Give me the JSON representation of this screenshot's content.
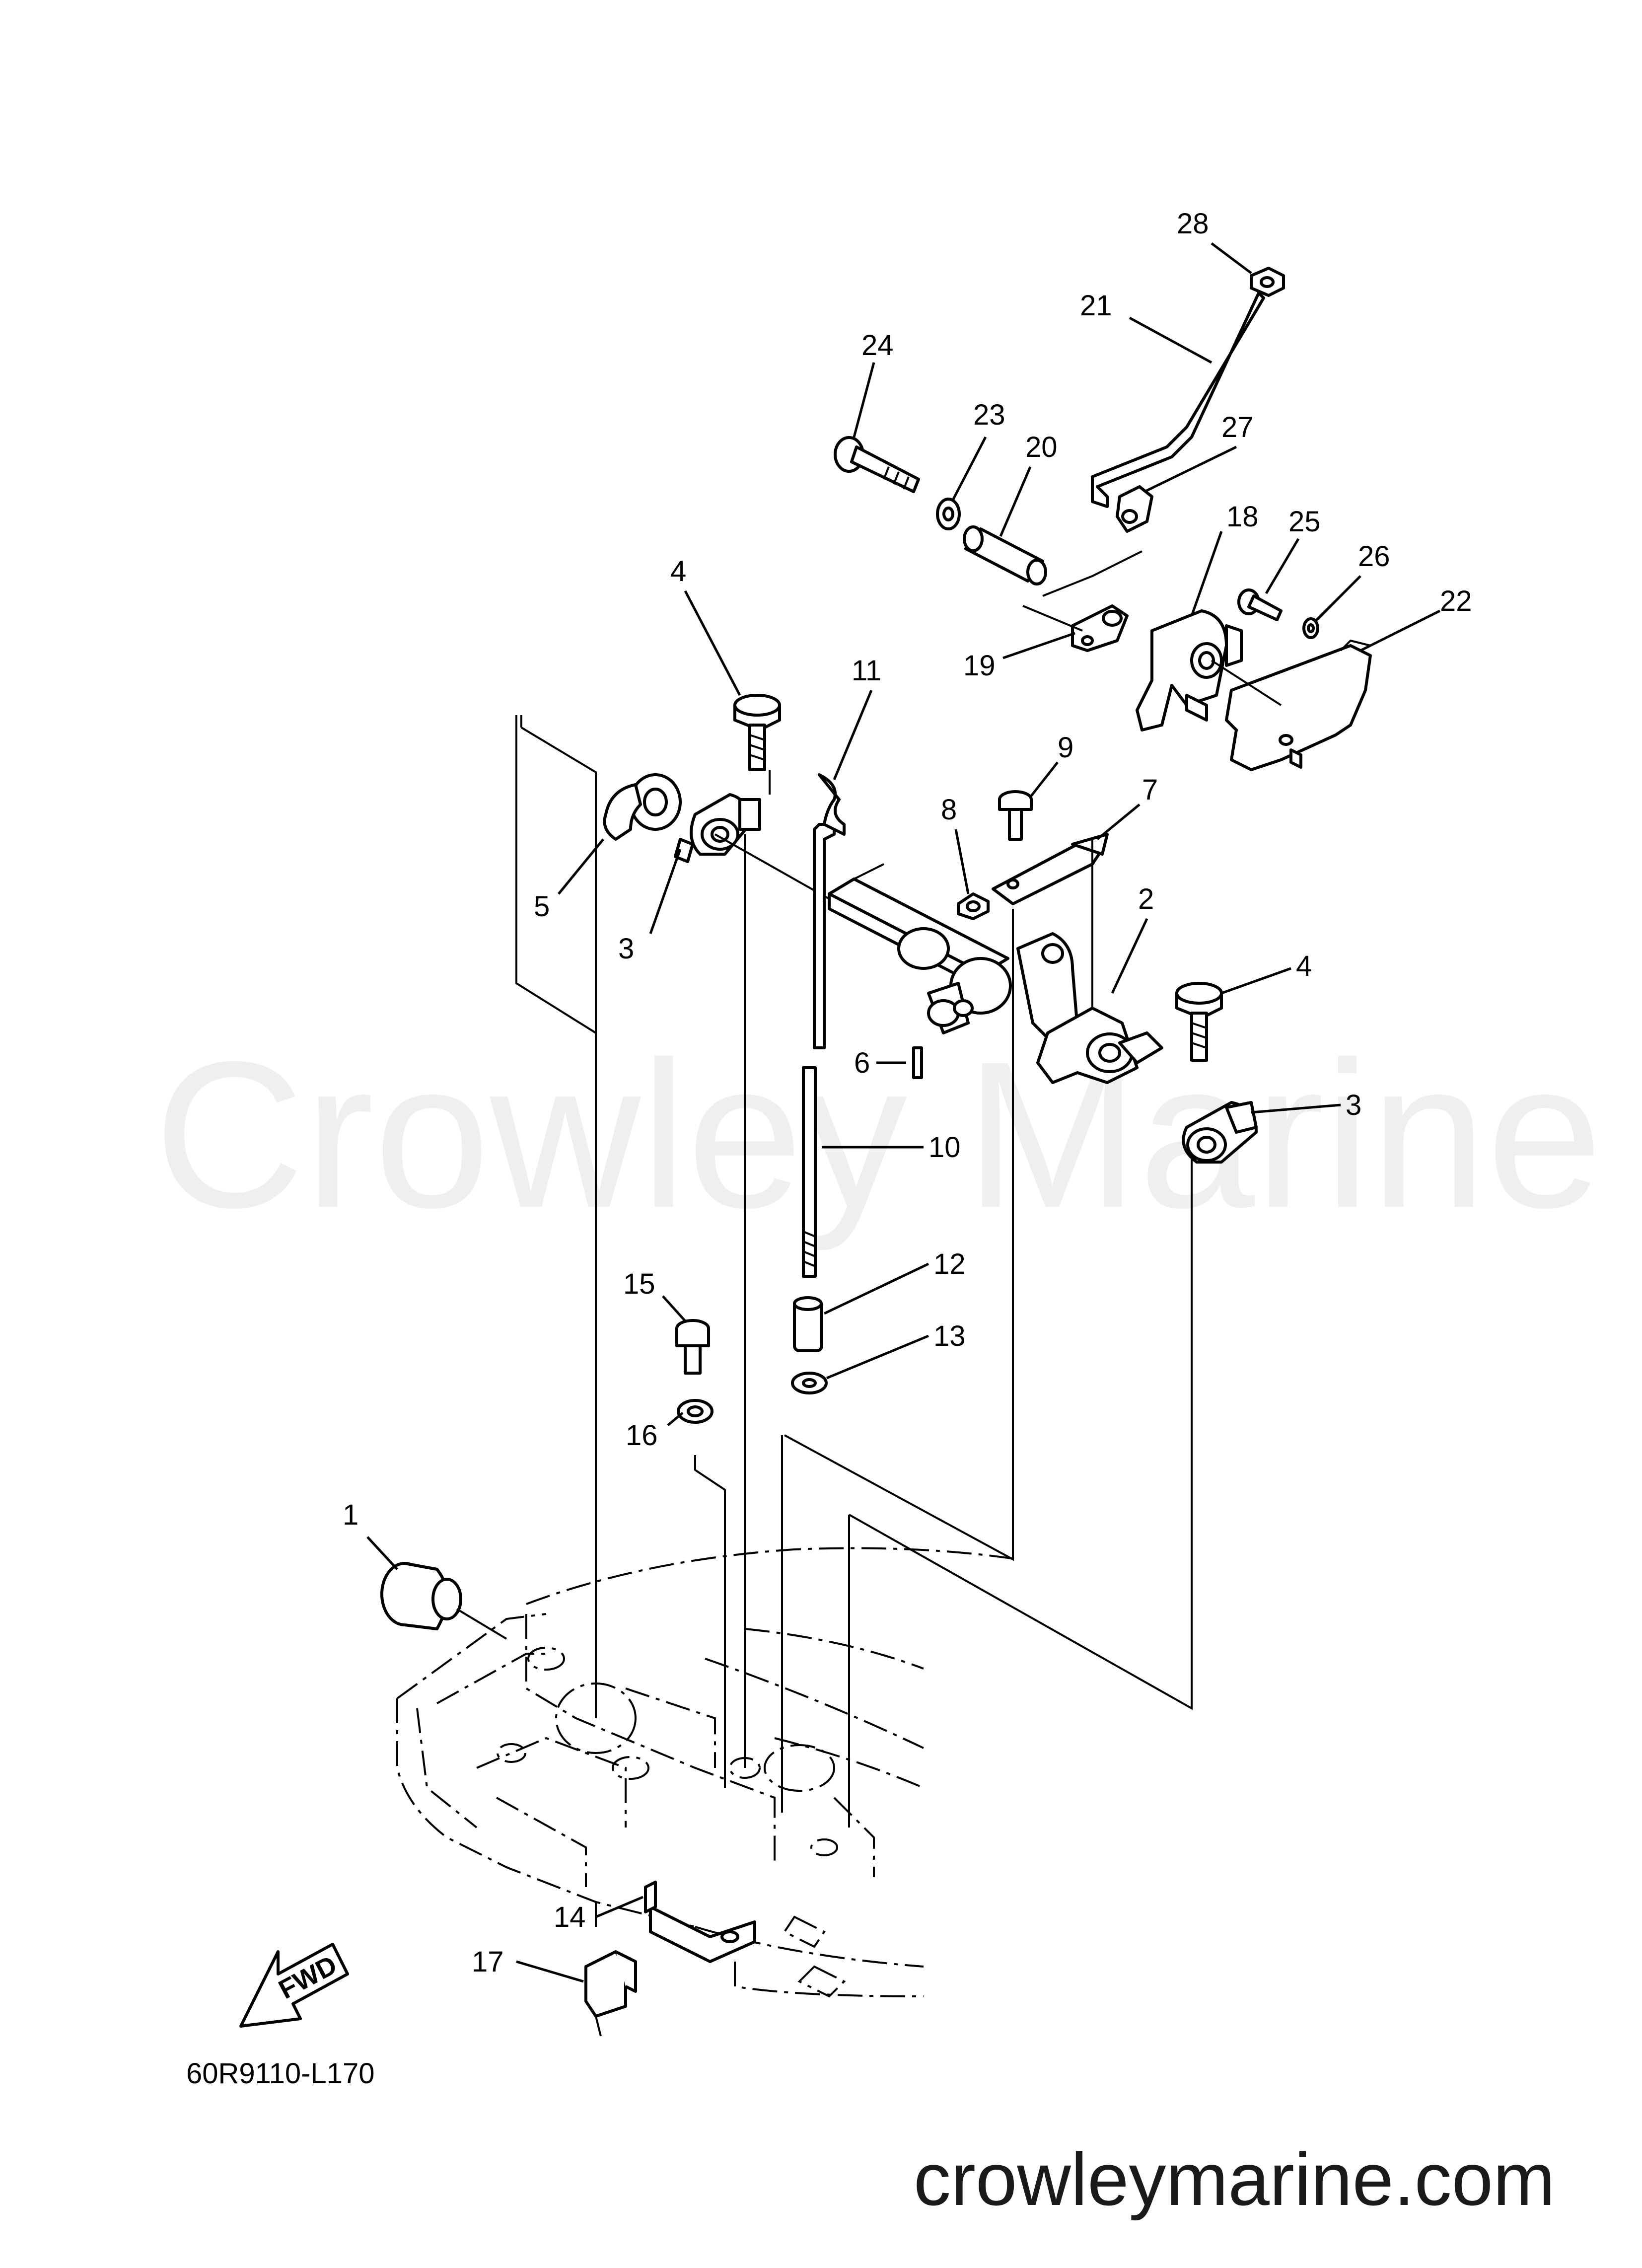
{
  "callouts": [
    "1",
    "2",
    "3",
    "3",
    "4",
    "4",
    "5",
    "6",
    "7",
    "8",
    "9",
    "10",
    "11",
    "12",
    "13",
    "14",
    "15",
    "16",
    "17",
    "18",
    "19",
    "20",
    "21",
    "22",
    "23",
    "24",
    "25",
    "26",
    "27",
    "28"
  ],
  "fwd_label": "FWD",
  "diagram_code": "60R9110-L170",
  "watermark": "Crowley Marine",
  "site": "crowleymarine.com"
}
